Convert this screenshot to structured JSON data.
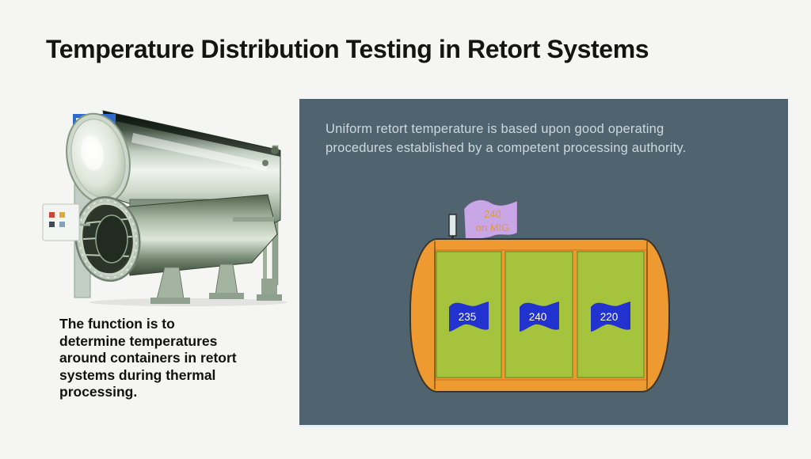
{
  "title": {
    "text": "Temperature Distribution Testing in Retort Systems"
  },
  "left": {
    "machine_alt": "industrial retort machine photo",
    "caption": {
      "lines": [
        "The function is to",
        "determine temperatures",
        "around containers in retort",
        "systems during thermal",
        "processing."
      ]
    }
  },
  "panel": {
    "description": {
      "lines": [
        "Uniform retort temperature is based upon good operating",
        "procedures established by a competent processing authority."
      ]
    },
    "diagram": {
      "mig_flag": {
        "line1": "240",
        "line2": "on MIG"
      },
      "baskets": [
        {
          "flag": "235"
        },
        {
          "flag": "240"
        },
        {
          "flag": "220"
        }
      ]
    }
  },
  "colors": {
    "page-bg": "#f5f5f3",
    "title-color": "#141414",
    "panel-bg": "#4f646e",
    "panel-text": "#cfd9dd",
    "caption-color": "#111111",
    "retort-orange": "#ef9a30",
    "retort-outline": "#4a3a1a",
    "basket-green": "#a6c33d",
    "basket-outline": "#7e9427",
    "flag-blue": "#2232cf",
    "flag-text": "#ffffff",
    "mig-flag": "#c9a6e5",
    "mig-text": "#dd9a3f"
  }
}
